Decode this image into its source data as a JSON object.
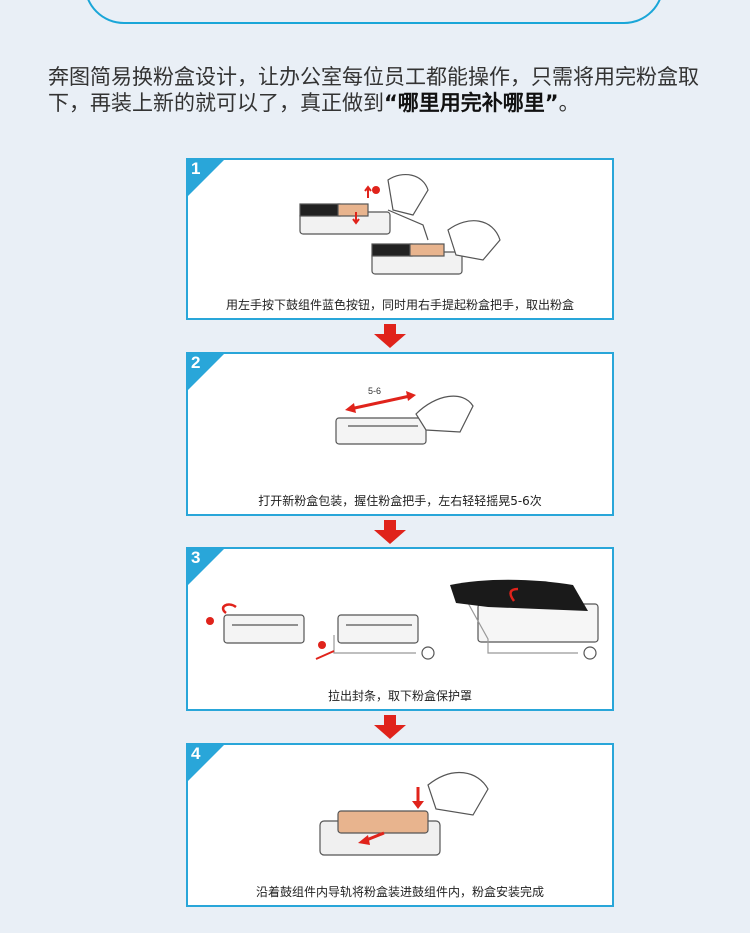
{
  "intro": {
    "text_part1": "奔图简易换粉盒设计，让办公室每位员工都能操作，只需将用完粉盒取下，再装上新的就可以了，真正做到",
    "highlight": "“哪里用完补哪里”",
    "text_end": "。"
  },
  "steps": [
    {
      "number": "1",
      "caption": "用左手按下鼓组件蓝色按钮，同时用右手提起粉盒把手，取出粉盒"
    },
    {
      "number": "2",
      "caption": "打开新粉盒包装，握住粉盒把手，左右轻轻摇晃5-6次",
      "shake_label": "5-6"
    },
    {
      "number": "3",
      "caption": "拉出封条，取下粉盒保护罩"
    },
    {
      "number": "4",
      "caption": "沿着鼓组件内导轨将粉盒装进鼓组件内，粉盒安装完成"
    }
  ],
  "colors": {
    "accent": "#29a6d9",
    "arrow": "#e0231b",
    "background": "#e9eff6"
  }
}
